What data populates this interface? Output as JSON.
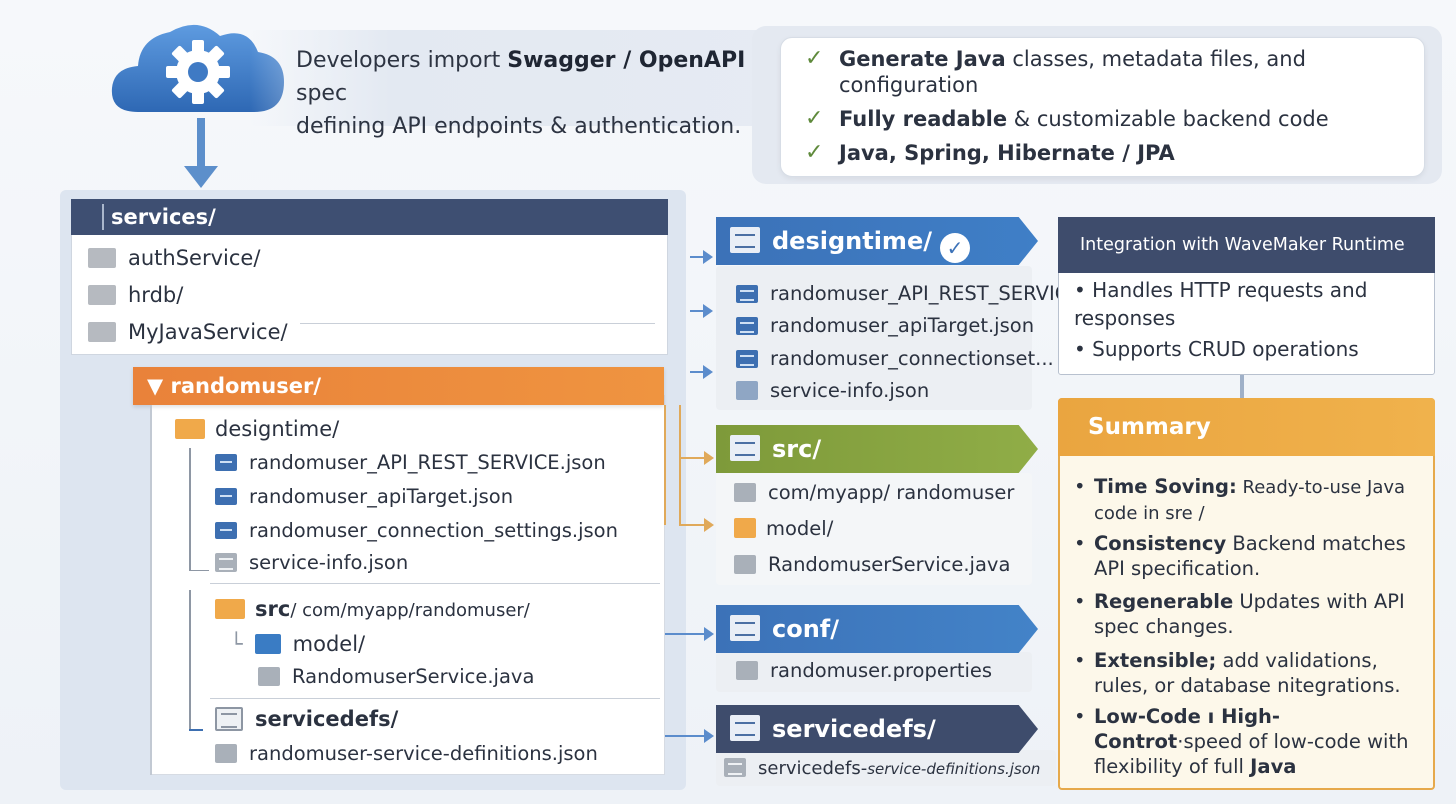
{
  "intro": {
    "line1_pre": "Developers ",
    "line1_mid": "import ",
    "line1_bold": "Swagger / OpenAPI",
    "line1_post": " spec",
    "line2": "defining API endpoints & authentication."
  },
  "features": [
    {
      "bold": "Generate Java",
      "rest": " classes, metadata files, and",
      "rest2": "configuration"
    },
    {
      "bold": "Fully readable",
      "rest": " & customizable backend code"
    },
    {
      "bold": "Java, Spring, Hibernate / JPA",
      "rest": ""
    }
  ],
  "tree": {
    "services": "services/",
    "service_items": [
      "authService/",
      "hrdb/",
      "MyJavaService/"
    ],
    "randomuser": "randomuser/",
    "designtime": "designtime/",
    "designtime_files": [
      "randomuser_API_REST_SERVICE.json",
      "randomuser_apiTarget.json",
      "randomuser_connection_settings.json",
      "service-info.json"
    ],
    "src_bold": "src",
    "src_path": "/ com/myapp/randomuser/",
    "model": "model/",
    "java": "RandomuserService.java",
    "servicedefs": "servicedefs/",
    "servicedefs_file": "randomuser-service-definitions.json"
  },
  "mid": {
    "designtime_title": "designtime/",
    "check": "✓",
    "designtime_files": [
      "randomuser_API_REST_SERVICE",
      "randomuser_apiTarget.json",
      "randomuser_connectionset...",
      "service-info.json"
    ],
    "src_title": "src/",
    "src_items": [
      "com/myapp/ randomuser",
      "model/",
      "RandomuserService.java"
    ],
    "conf_title": "conf/",
    "conf_file": "randomuser.properties",
    "servicedefs_title": "servicedefs/",
    "servicedefs_file_a": "servicedefs-",
    "servicedefs_file_b": "service-definitions.json"
  },
  "integration": {
    "title": "Integration with WaveMaker Runtime",
    "items": [
      "Handles HTTP requests and responses",
      "Supports CRUD operations"
    ]
  },
  "summary": {
    "title": "Summary",
    "items": [
      {
        "bold": "Time Soving:",
        "rest": " Ready-to-use Java code in sre /"
      },
      {
        "bold": "Consistency",
        "rest": " Backend matches API specification."
      },
      {
        "bold": "Regenerable",
        "rest": " Updates with API spec changes."
      },
      {
        "bold": "Extensible;",
        "rest": " add validations, rules, or database nitegrations."
      },
      {
        "bold": "Low-Code ı High-Controt",
        "rest": "·speed of low-code with flexibility of full ",
        "bold2": "Java"
      }
    ]
  },
  "colors": {
    "navy": "#3e4c6c",
    "orange": "#e9823a",
    "blue": "#3c72b8",
    "green": "#7e9a3a",
    "gold": "#eaa540"
  }
}
